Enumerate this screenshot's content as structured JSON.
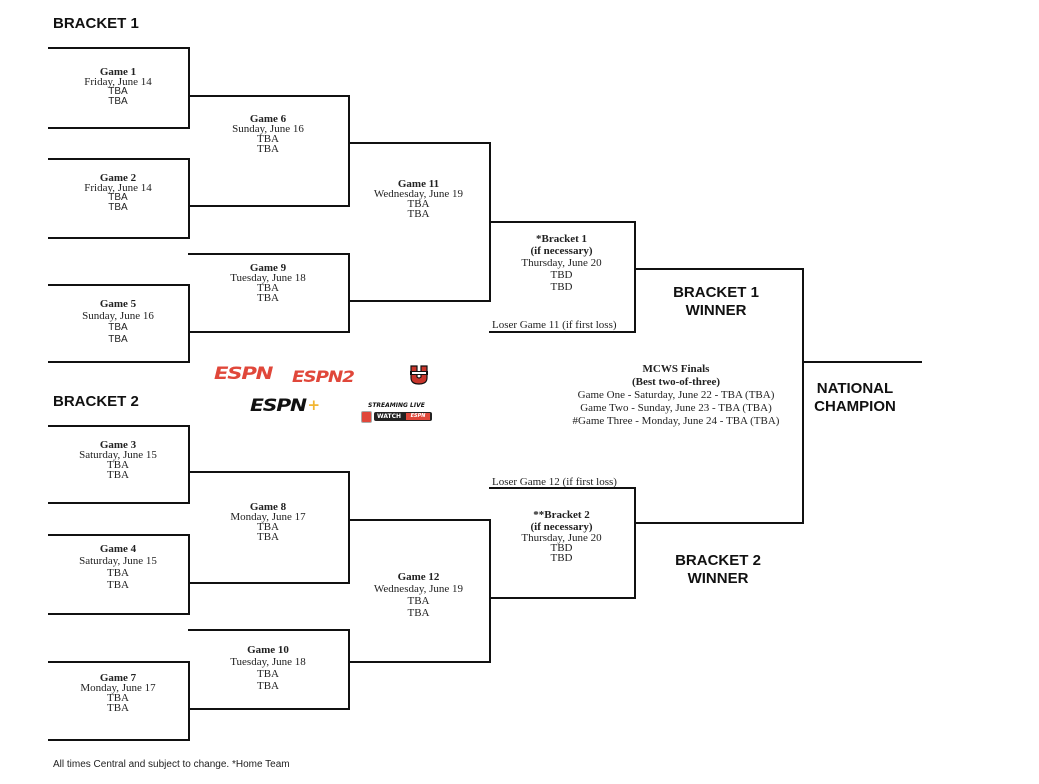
{
  "headers": {
    "bracket1": "BRACKET 1",
    "bracket2": "BRACKET 2"
  },
  "games": {
    "g1": {
      "title": "Game 1",
      "date": "Friday, June 14",
      "team1": "TBA",
      "team2": "TBA"
    },
    "g2": {
      "title": "Game 2",
      "date": "Friday, June 14",
      "team1": "TBA",
      "team2": "TBA"
    },
    "g5": {
      "title": "Game 5",
      "date": "Sunday, June 16",
      "team1": "TBA",
      "team2": "TBA"
    },
    "g6": {
      "title": "Game 6",
      "date": "Sunday, June 16",
      "team1": "TBA",
      "team2": "TBA"
    },
    "g9": {
      "title": "Game 9",
      "date": "Tuesday, June 18",
      "team1": "TBA",
      "team2": "TBA"
    },
    "g11": {
      "title": "Game 11",
      "date": "Wednesday, June 19",
      "team1": "TBA",
      "team2": "TBA"
    },
    "b1": {
      "title": "*Bracket 1",
      "subtitle": "(if necessary)",
      "date": "Thursday, June 20",
      "team1": "TBD",
      "team2": "TBD",
      "note": "Loser Game 11 (if first loss)"
    },
    "g3": {
      "title": "Game 3",
      "date": "Saturday, June 15",
      "team1": "TBA",
      "team2": "TBA"
    },
    "g4": {
      "title": "Game 4",
      "date": "Saturday, June 15",
      "team1": "TBA",
      "team2": "TBA"
    },
    "g7": {
      "title": "Game 7",
      "date": "Monday, June 17",
      "team1": "TBA",
      "team2": "TBA"
    },
    "g8": {
      "title": "Game 8",
      "date": "Monday, June 17",
      "team1": "TBA",
      "team2": "TBA"
    },
    "g10": {
      "title": "Game 10",
      "date": "Tuesday, June 18",
      "team1": "TBA",
      "team2": "TBA"
    },
    "g12": {
      "title": "Game 12",
      "date": "Wednesday, June 19",
      "team1": "TBA",
      "team2": "TBA"
    },
    "b2": {
      "title": "**Bracket 2",
      "subtitle": "(if necessary)",
      "date": "Thursday, June 20",
      "team1": "TBD",
      "team2": "TBD",
      "note": "Loser Game 12 (if first loss)"
    }
  },
  "winners": {
    "bracket1": [
      "BRACKET 1",
      "WINNER"
    ],
    "bracket2": [
      "BRACKET 2",
      "WINNER"
    ],
    "national": [
      "NATIONAL",
      "CHAMPION"
    ]
  },
  "finals": {
    "title": "MCWS Finals",
    "subtitle": "(Best two-of-three)",
    "games": [
      "Game One - Saturday, June 22 - TBA (TBA)",
      "Game Two - Sunday, June 23 - TBA (TBA)",
      "#Game Three - Monday, June 24 - TBA (TBA)"
    ]
  },
  "logos": {
    "espn": "ESPN",
    "espn2": "ESPN2",
    "espnu": "U",
    "espn_plus": "ESPN+",
    "streaming_caption": "STREAMING LIVE",
    "watch_label": "WATCH",
    "watch_brand": "ESPN",
    "colors": {
      "espn_red": "#e0473a",
      "plus_gold": "#f2b632",
      "dark": "#111111"
    }
  },
  "footer": "All times Central and subject to change. *Home Team"
}
